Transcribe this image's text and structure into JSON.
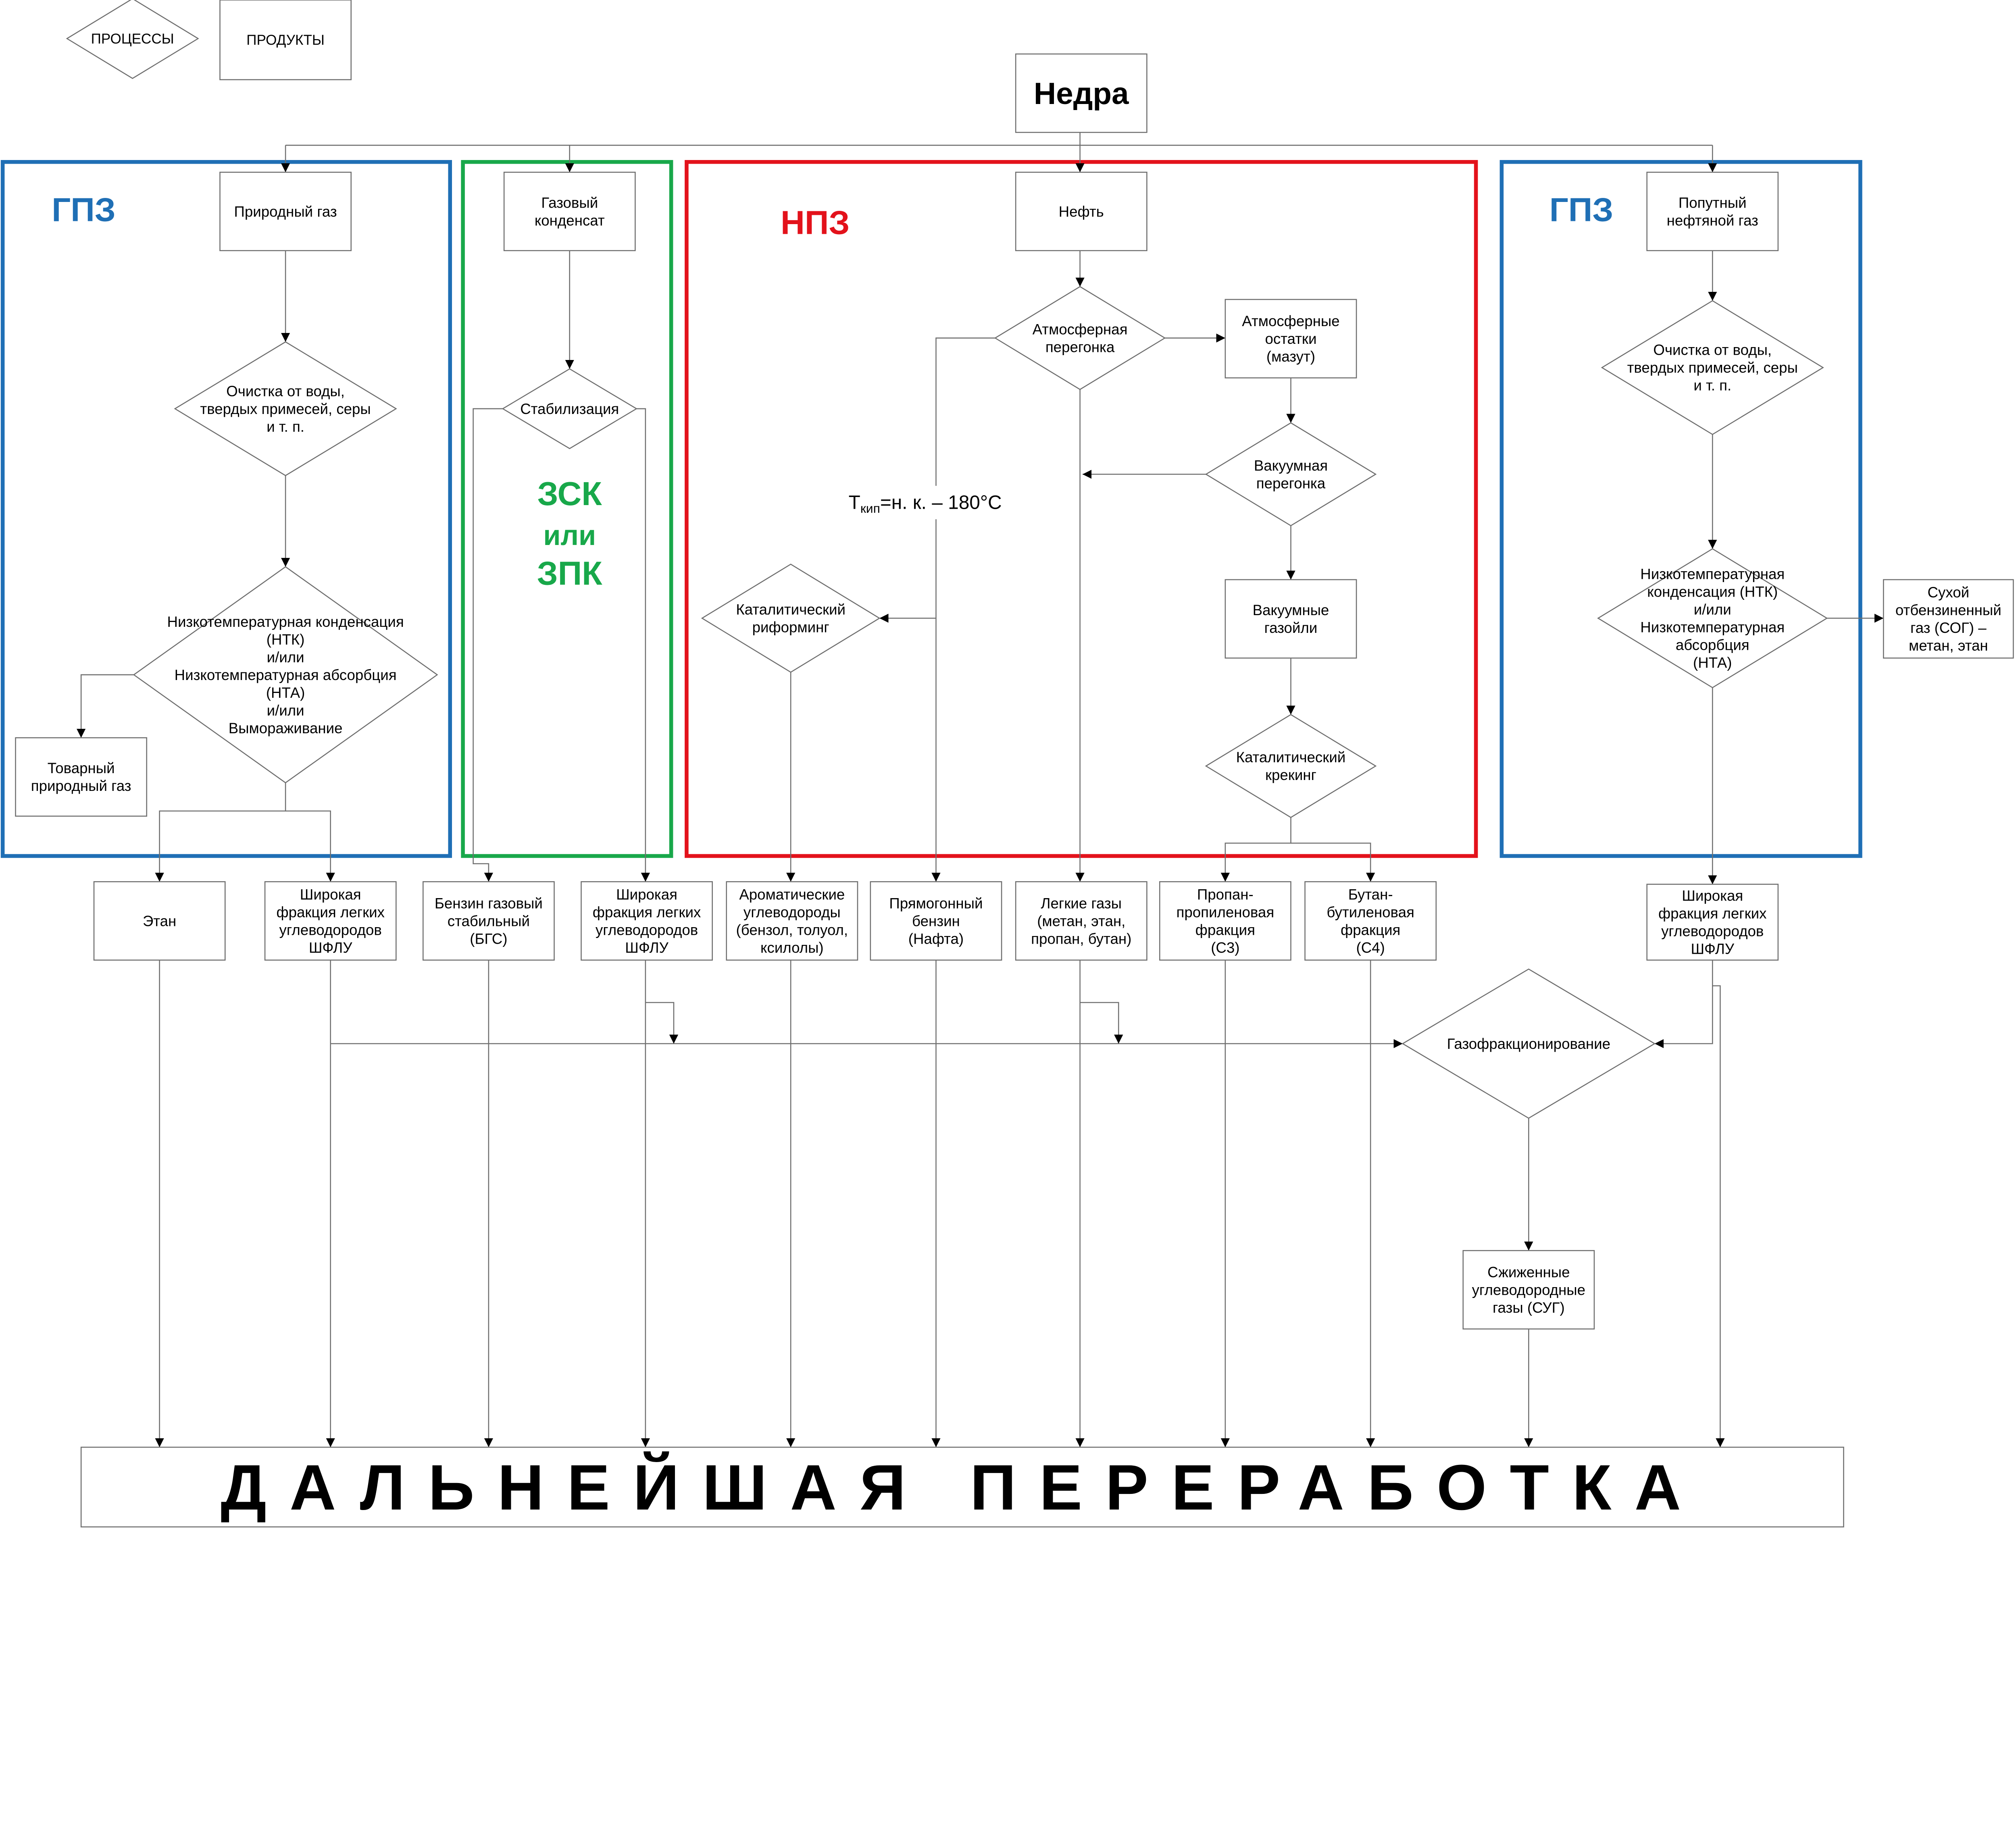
{
  "legend": {
    "process": {
      "lines": [
        "ПРОЦЕССЫ"
      ]
    },
    "product": {
      "lines": [
        "ПРОДУКТЫ"
      ]
    }
  },
  "colors": {
    "gpz": "#1f6fb5",
    "npz": "#e3121b",
    "zsk": "#18a84a",
    "line": "#6e6e6e"
  },
  "regions": {
    "gpz_left": "ГПЗ",
    "npz": "НПЗ",
    "zsk": [
      "ЗСК",
      "или",
      "ЗПК"
    ],
    "gpz_right": "ГПЗ"
  },
  "nodes": {
    "nedra": {
      "lines": [
        "Недра"
      ]
    },
    "natural_gas": {
      "lines": [
        "Природный газ"
      ]
    },
    "gas_condensate": {
      "lines": [
        "Газовый",
        "конденсат"
      ]
    },
    "oil": {
      "lines": [
        "Нефть"
      ]
    },
    "associated_gas": {
      "lines": [
        "Попутный",
        "нефтяной газ"
      ]
    },
    "cleaning_left": {
      "lines": [
        "Очистка от воды,",
        "твердых примесей, серы",
        "и т. п."
      ]
    },
    "ntk_left": {
      "lines": [
        "Низкотемпературная конденсация",
        "(НТК)",
        "и/или",
        "Низкотемпературная абсорбция",
        "(НТА)",
        "и/или",
        "Вымораживание"
      ]
    },
    "commercial_gas": {
      "lines": [
        "Товарный",
        "природный газ"
      ]
    },
    "stabilization": {
      "lines": [
        "Стабилизация"
      ]
    },
    "atm_distillation": {
      "lines": [
        "Атмосферная",
        "перегонка"
      ]
    },
    "atm_residue": {
      "lines": [
        "Атмосферные",
        "остатки",
        "(мазут)"
      ]
    },
    "vac_distillation": {
      "lines": [
        "Вакуумная",
        "перегонка"
      ]
    },
    "vac_gasoils": {
      "lines": [
        "Вакуумные",
        "газойли"
      ]
    },
    "cat_cracking": {
      "lines": [
        "Каталитический",
        "крекинг"
      ]
    },
    "cat_reforming": {
      "lines": [
        "Каталитический",
        "риформинг"
      ]
    },
    "cleaning_right": {
      "lines": [
        "Очистка от воды,",
        "твердых примесей, серы",
        "и т. п."
      ]
    },
    "ntk_right": {
      "lines": [
        "Низкотемпературная",
        "конденсация (НТК)",
        "и/или",
        "Низкотемпературная",
        "абсорбция",
        "(НТА)"
      ]
    },
    "dry_gas": {
      "lines": [
        "Сухой",
        "отбензиненный",
        "газ (СОГ) –",
        "метан, этан"
      ]
    },
    "ethane": {
      "lines": [
        "Этан"
      ]
    },
    "shflu_1": {
      "lines": [
        "Широкая",
        "фракция легких",
        "углеводородов",
        "ШФЛУ"
      ]
    },
    "bgs": {
      "lines": [
        "Бензин газовый",
        "стабильный",
        "(БГС)"
      ]
    },
    "shflu_2": {
      "lines": [
        "Широкая",
        "фракция легких",
        "углеводородов",
        "ШФЛУ"
      ]
    },
    "aromatics": {
      "lines": [
        "Ароматические",
        "углеводороды",
        "(бензол, толуол,",
        "ксилолы)"
      ]
    },
    "naphtha": {
      "lines": [
        "Прямогонный",
        "бензин",
        "(Нафта)"
      ]
    },
    "light_gases": {
      "lines": [
        "Легкие газы",
        "(метан, этан,",
        "пропан, бутан)"
      ]
    },
    "c3": {
      "lines": [
        "Пропан-",
        "пропиленовая",
        "фракция",
        "(С3)"
      ]
    },
    "c4": {
      "lines": [
        "Бутан-",
        "бутиленовая",
        "фракция",
        "(С4)"
      ]
    },
    "shflu_3": {
      "lines": [
        "Широкая",
        "фракция легких",
        "углеводородов",
        "ШФЛУ"
      ]
    },
    "gas_fractionation": {
      "lines": [
        "Газофракционирование"
      ]
    },
    "lpg": {
      "lines": [
        "Сжиженные",
        "углеводородные",
        "газы (СУГ)"
      ]
    },
    "further_processing": {
      "lines": [
        "ДАЛЬНЕЙШАЯ ПЕРЕРАБОТКА"
      ]
    }
  },
  "annotations": {
    "boiling_T": "T",
    "boiling_sub": "кип",
    "boiling_rest": "=н. к. – 180°C"
  }
}
